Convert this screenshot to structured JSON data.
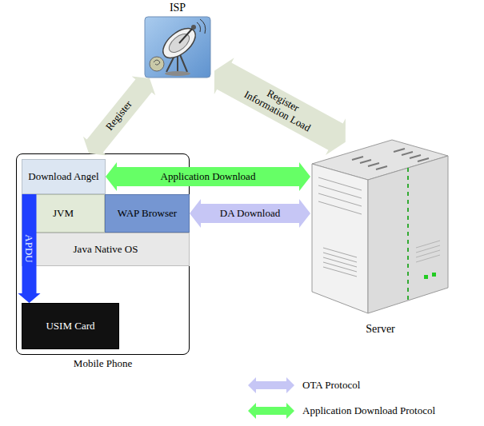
{
  "diagram": {
    "nodes": [
      {
        "text": [
          "ISP"
        ]
      },
      {
        "text": [
          "Mobile Phone"
        ]
      },
      {
        "text": [
          "Download Angel"
        ],
        "in": 1
      },
      {
        "text": [
          "JVM"
        ],
        "in": 1
      },
      {
        "text": [
          "WAP Browser"
        ],
        "in": 1
      },
      {
        "text": [
          "Java Native OS"
        ],
        "in": 1
      },
      {
        "text": [
          "USIM Card"
        ],
        "in": 1
      },
      {
        "text": [
          "Server"
        ]
      }
    ],
    "edges": [
      {
        "from": 1,
        "to": 0,
        "label": "Register",
        "arrow": "both"
      },
      {
        "from": 0,
        "to": 7,
        "label": "Register Information Load",
        "arrow": "both"
      },
      {
        "from": 2,
        "to": 7,
        "label": "Application Download",
        "arrow": "both"
      },
      {
        "from": 4,
        "to": 7,
        "label": "DA Download",
        "arrow": "both"
      },
      {
        "from": 2,
        "to": 6,
        "label": "APDU",
        "arrow": "to"
      }
    ],
    "legend": [
      {
        "text": "OTA Protocol",
        "color": "#c6c6f5"
      },
      {
        "text": "Application Download Protocol",
        "color": "#66ff66"
      }
    ]
  }
}
